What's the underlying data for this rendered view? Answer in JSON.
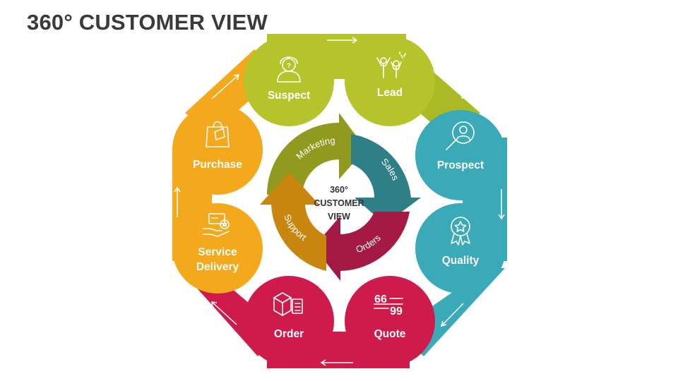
{
  "title": "360° CUSTOMER VIEW",
  "center": {
    "line1": "360°",
    "line2": "CUSTOMER",
    "line3": "VIEW"
  },
  "stages": {
    "suspect": {
      "label": "Suspect",
      "color": "#b5c42a",
      "icon": "person-question-icon"
    },
    "lead": {
      "label": "Lead",
      "color": "#b5c42a",
      "icon": "celebrating-people-icon"
    },
    "prospect": {
      "label": "Prospect",
      "color": "#3aaab8",
      "icon": "magnifier-person-icon"
    },
    "quality": {
      "label": "Quality",
      "color": "#3aaab8",
      "icon": "award-badge-icon"
    },
    "quote": {
      "label": "Quote",
      "color": "#cf1b4b",
      "icon": "quote-marks-icon"
    },
    "order": {
      "label": "Order",
      "color": "#cf1b4b",
      "icon": "package-checklist-icon"
    },
    "service_delivery": {
      "label_line1": "Service",
      "label_line2": "Delivery",
      "color": "#f3a91b",
      "icon": "hand-service-icon"
    },
    "purchase": {
      "label": "Purchase",
      "color": "#f3a91b",
      "icon": "shopping-bag-icon"
    }
  },
  "cycle": {
    "marketing": {
      "label": "Marketing",
      "color": "#8f9a1f"
    },
    "sales": {
      "label": "Sales",
      "color": "#2f7f86"
    },
    "orders": {
      "label": "Orders",
      "color": "#a51a45"
    },
    "support": {
      "label": "Support",
      "color": "#c9860e"
    }
  }
}
